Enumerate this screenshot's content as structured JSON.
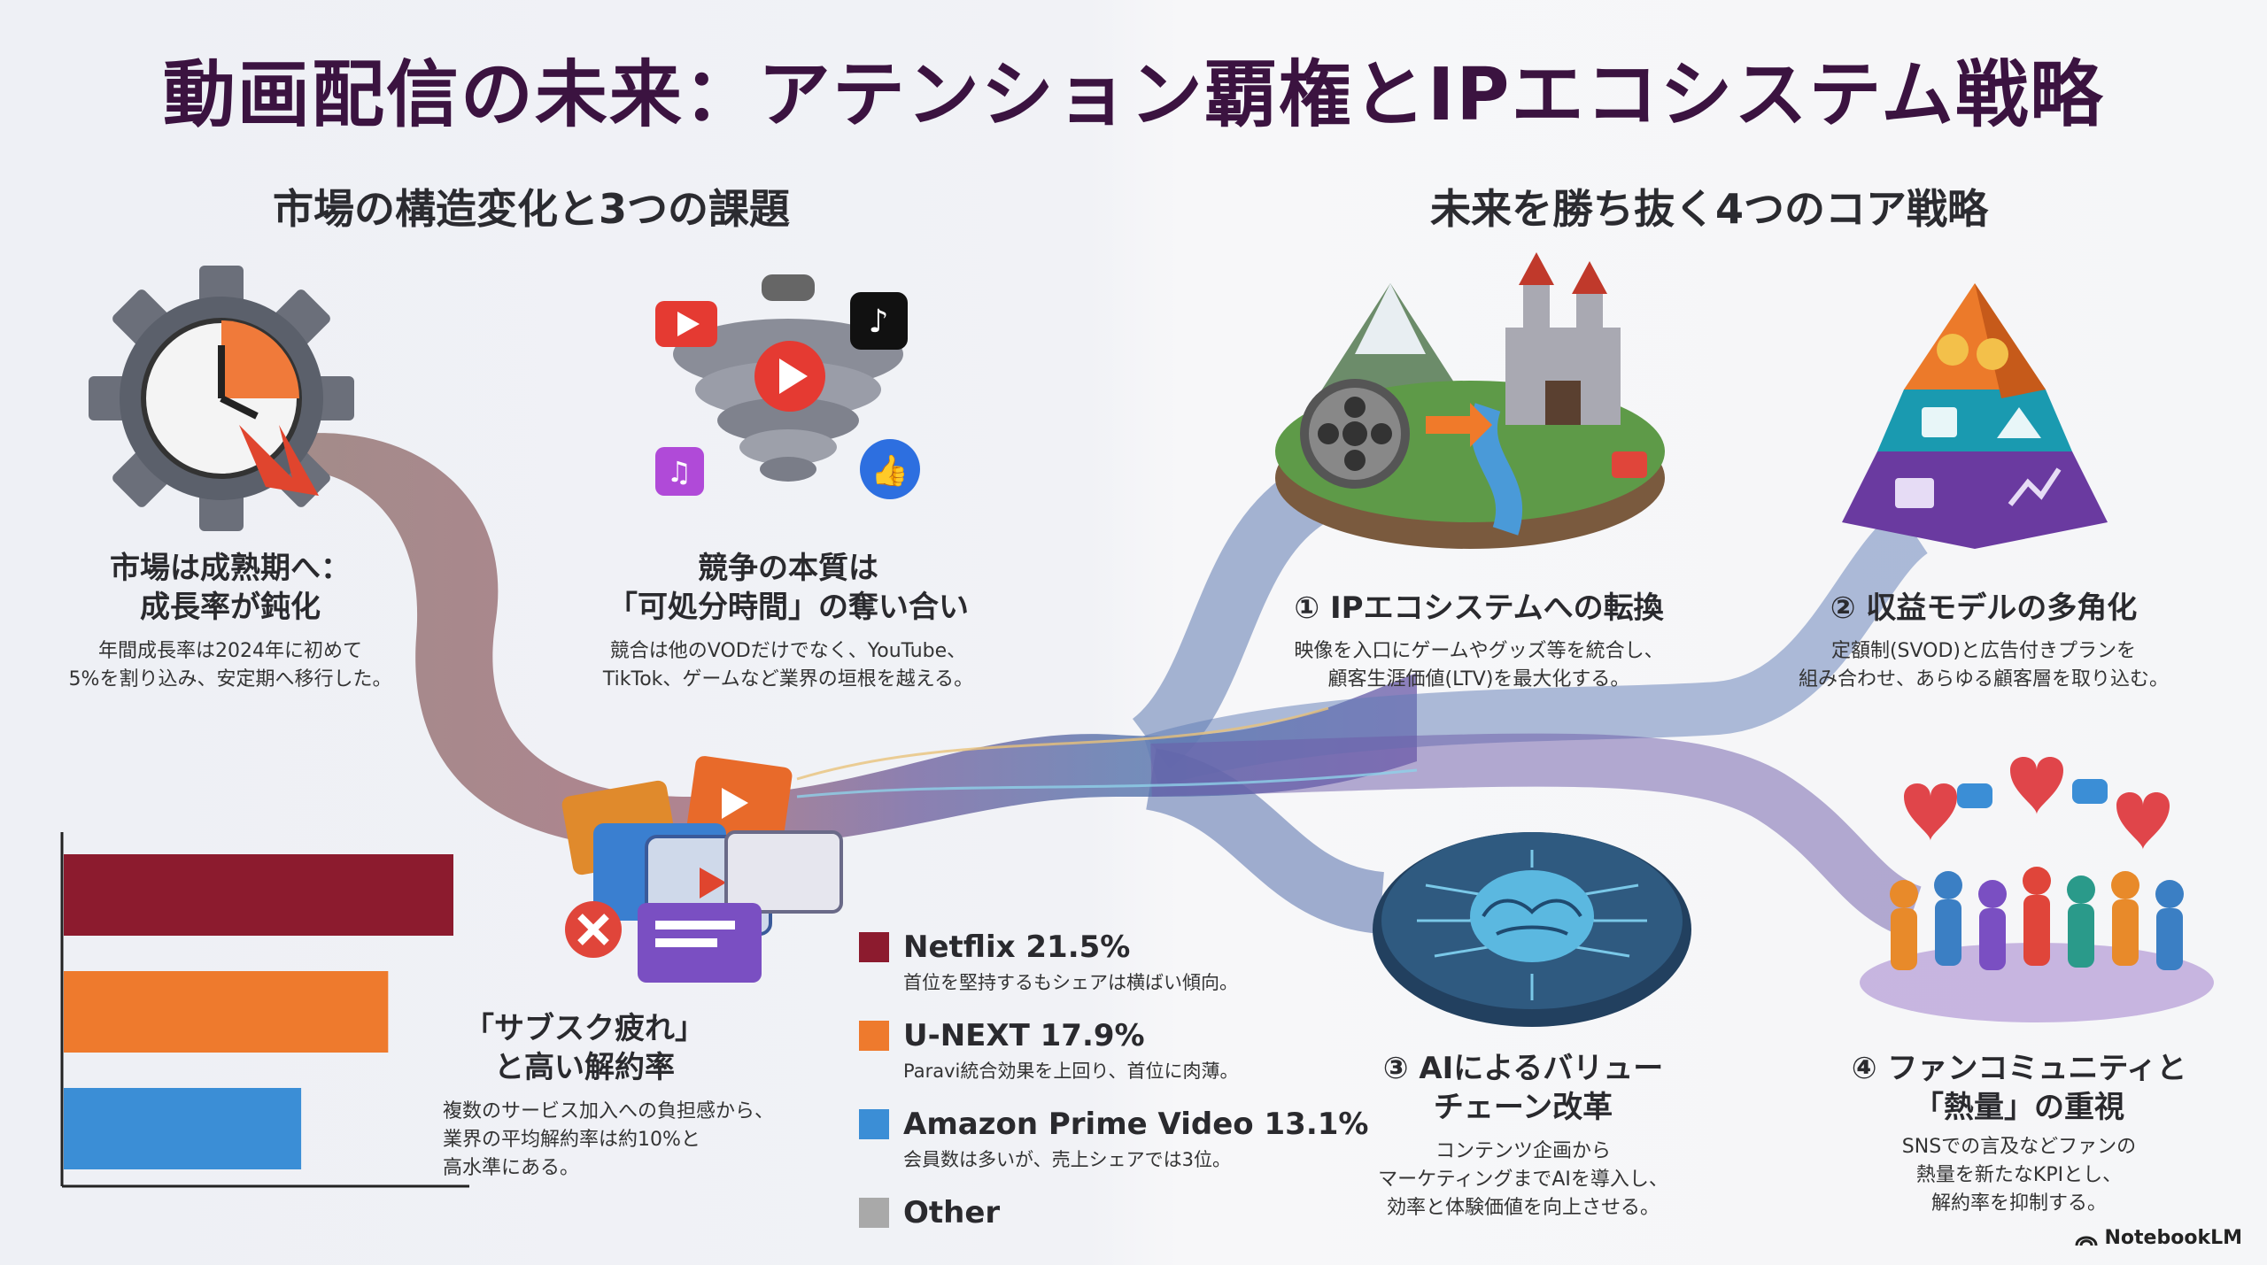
{
  "title": "動画配信の未来：アテンション覇権とIPエコシステム戦略",
  "left_section": {
    "heading": "市場の構造変化と3つの課題",
    "block1": {
      "title_line1": "市場は成熟期へ：",
      "title_line2": "成長率が鈍化",
      "desc_line1": "年間成長率は2024年に初めて",
      "desc_line2": "5%を割り込み、安定期へ移行した。",
      "icon": "clock-gear-icon"
    },
    "block2": {
      "title_line1": "競争の本質は",
      "title_line2": "「可処分時間」の奪い合い",
      "desc_line1": "競合は他のVODだけでなく、YouTube、",
      "desc_line2": "TikTok、ゲームなど業界の垣根を越える。",
      "icon": "media-tornado-icon"
    },
    "block3": {
      "title_line1": "「サブスク疲れ」",
      "title_line2": "と高い解約率",
      "desc_line1": "複数のサービス加入への負担感から、",
      "desc_line2": "業界の平均解約率は約10%と",
      "desc_line3": "高水準にある。",
      "icon": "subscription-pile-icon"
    }
  },
  "right_section": {
    "heading": "未来を勝ち抜く4つのコア戦略",
    "strategy1": {
      "title": "① IPエコシステムへの転換",
      "desc_line1": "映像を入口にゲームやグッズ等を統合し、",
      "desc_line2": "顧客生涯価値(LTV)を最大化する。",
      "icon": "ip-island-icon"
    },
    "strategy2": {
      "title": "② 収益モデルの多角化",
      "desc_line1": "定額制(SVOD)と広告付きプランを",
      "desc_line2": "組み合わせ、あらゆる顧客層を取り込む。",
      "icon": "revenue-pyramid-icon"
    },
    "strategy3": {
      "title_line1": "③ AIによるバリュー",
      "title_line2": "チェーン改革",
      "desc_line1": "コンテンツ企画から",
      "desc_line2": "マーケティングまでAIを導入し、",
      "desc_line3": "効率と体験価値を向上させる。",
      "icon": "ai-brain-chip-icon"
    },
    "strategy4": {
      "title_line1": "④ ファンコミュニティと",
      "title_line2": "「熱量」の重視",
      "desc_line1": "SNSでの言及などファンの",
      "desc_line2": "熱量を新たなKPIとし、",
      "desc_line3": "解約率を抑制する。",
      "icon": "fan-community-icon"
    }
  },
  "chart_data": {
    "type": "bar",
    "categories": [
      "Netflix",
      "U-NEXT",
      "Amazon Prime Video",
      "Other"
    ],
    "values": [
      21.5,
      17.9,
      13.1,
      null
    ],
    "legend": [
      {
        "label": "Netflix 21.5%",
        "desc": "首位を堅持するもシェアは横ばい傾向。",
        "color": "#8c1b2e"
      },
      {
        "label": "U-NEXT 17.9%",
        "desc": "Paravi統合効果を上回り、首位に肉薄。",
        "color": "#ee7a2d"
      },
      {
        "label": "Amazon Prime Video 13.1%",
        "desc": "会員数は多いが、売上シェアでは3位。",
        "color": "#3b8ed6"
      },
      {
        "label": "Other",
        "desc": "",
        "color": "#a9a9a9"
      }
    ]
  },
  "brand": {
    "name": "NotebookLM"
  }
}
